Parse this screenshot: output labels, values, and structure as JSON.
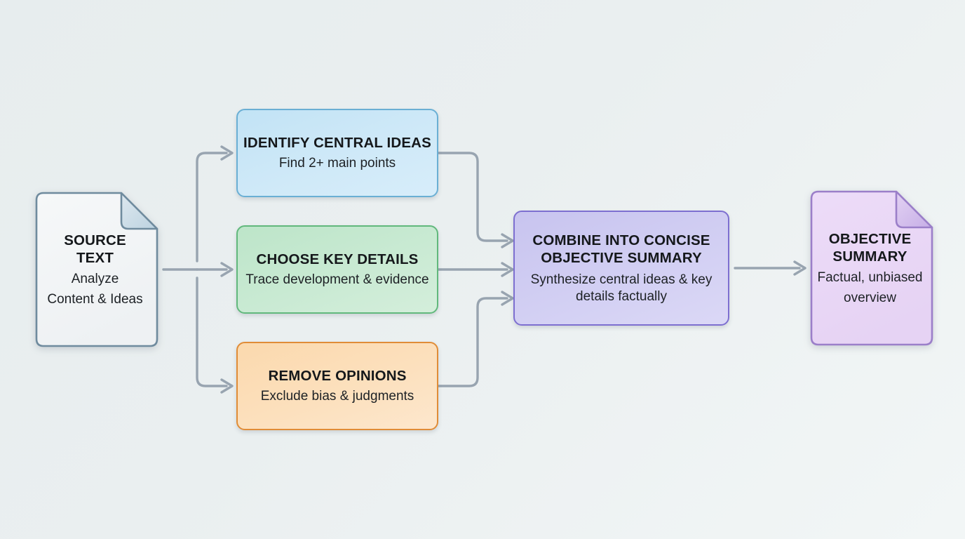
{
  "diagram": {
    "type": "flowchart",
    "background_color": "#eaeff0",
    "connector_color": "#98a4b0",
    "nodes": [
      {
        "id": "source-text",
        "shape": "document",
        "title": "SOURCE\nTEXT",
        "title_line1": "SOURCE",
        "title_line2": "TEXT",
        "subtitle_line1": "Analyze",
        "subtitle_line2": "Content & Ideas",
        "fill": "#f2f4f5",
        "border": "#6f8b9e"
      },
      {
        "id": "identify-central-ideas",
        "shape": "rounded-rect",
        "title": "IDENTIFY CENTRAL IDEAS",
        "subtitle": "Find 2+ main points",
        "fill": "#cfe9f8",
        "border": "#6aafd4"
      },
      {
        "id": "choose-key-details",
        "shape": "rounded-rect",
        "title": "CHOOSE KEY DETAILS",
        "subtitle": "Trace development & evidence",
        "fill": "#c9ead3",
        "border": "#61b87c"
      },
      {
        "id": "remove-opinions",
        "shape": "rounded-rect",
        "title": "REMOVE OPINIONS",
        "subtitle": "Exclude bias & judgments",
        "fill": "#fce0bd",
        "border": "#e08c37"
      },
      {
        "id": "combine-into-concise-objective-summary",
        "shape": "rounded-rect",
        "title": "COMBINE INTO CONCISE OBJECTIVE SUMMARY",
        "subtitle": "Synthesize central ideas & key details factually",
        "fill": "#d2cff3",
        "border": "#7d6fd0"
      },
      {
        "id": "objective-summary",
        "shape": "document",
        "title": "OBJECTIVE\nSUMMARY",
        "title_line1": "OBJECTIVE",
        "title_line2": "SUMMARY",
        "subtitle_line1": "Factual, unbiased",
        "subtitle_line2": "overview",
        "fill": "#ecdcf7",
        "border": "#9b7fc9"
      }
    ],
    "edges": [
      {
        "from": "source-text",
        "to": "identify-central-ideas"
      },
      {
        "from": "source-text",
        "to": "choose-key-details"
      },
      {
        "from": "source-text",
        "to": "remove-opinions"
      },
      {
        "from": "identify-central-ideas",
        "to": "combine-into-concise-objective-summary"
      },
      {
        "from": "choose-key-details",
        "to": "combine-into-concise-objective-summary"
      },
      {
        "from": "remove-opinions",
        "to": "combine-into-concise-objective-summary"
      },
      {
        "from": "combine-into-concise-objective-summary",
        "to": "objective-summary"
      }
    ]
  }
}
